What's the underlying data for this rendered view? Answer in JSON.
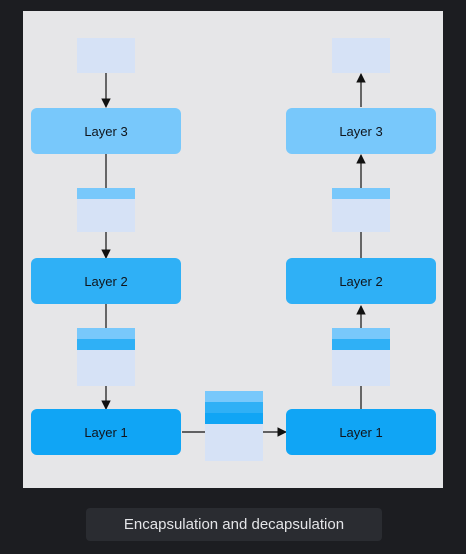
{
  "diagram": {
    "sender": {
      "layers": [
        {
          "id": "s3",
          "label": "Layer 3"
        },
        {
          "id": "s2",
          "label": "Layer 2"
        },
        {
          "id": "s1",
          "label": "Layer 1"
        }
      ]
    },
    "receiver": {
      "layers": [
        {
          "id": "r3",
          "label": "Layer 3"
        },
        {
          "id": "r2",
          "label": "Layer 2"
        },
        {
          "id": "r1",
          "label": "Layer 1"
        }
      ]
    },
    "colors": {
      "panel_background": "#e6e6e8",
      "data_block": "#d6e2f6",
      "layer3": "#78c8fb",
      "layer2": "#2fb0f6",
      "layer1": "#10a5f5",
      "arrow": "#111111"
    }
  },
  "caption": "Encapsulation and decapsulation"
}
